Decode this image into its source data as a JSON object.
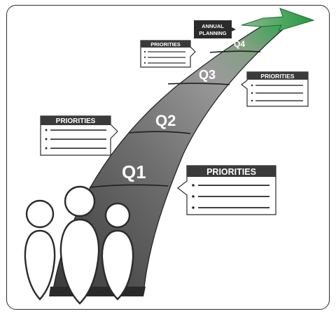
{
  "annual_planning": {
    "line1": "ANNUAL",
    "line2": "PLANNING"
  },
  "quarters": [
    "Q1",
    "Q2",
    "Q3",
    "Q4"
  ],
  "priorities_label": "PRIORITIES",
  "colors": {
    "road_dark": "#3d3d3d",
    "road_light": "#9a9a9a",
    "arrow_green": "#2ea44f",
    "card_header": "#3a3a3a"
  }
}
